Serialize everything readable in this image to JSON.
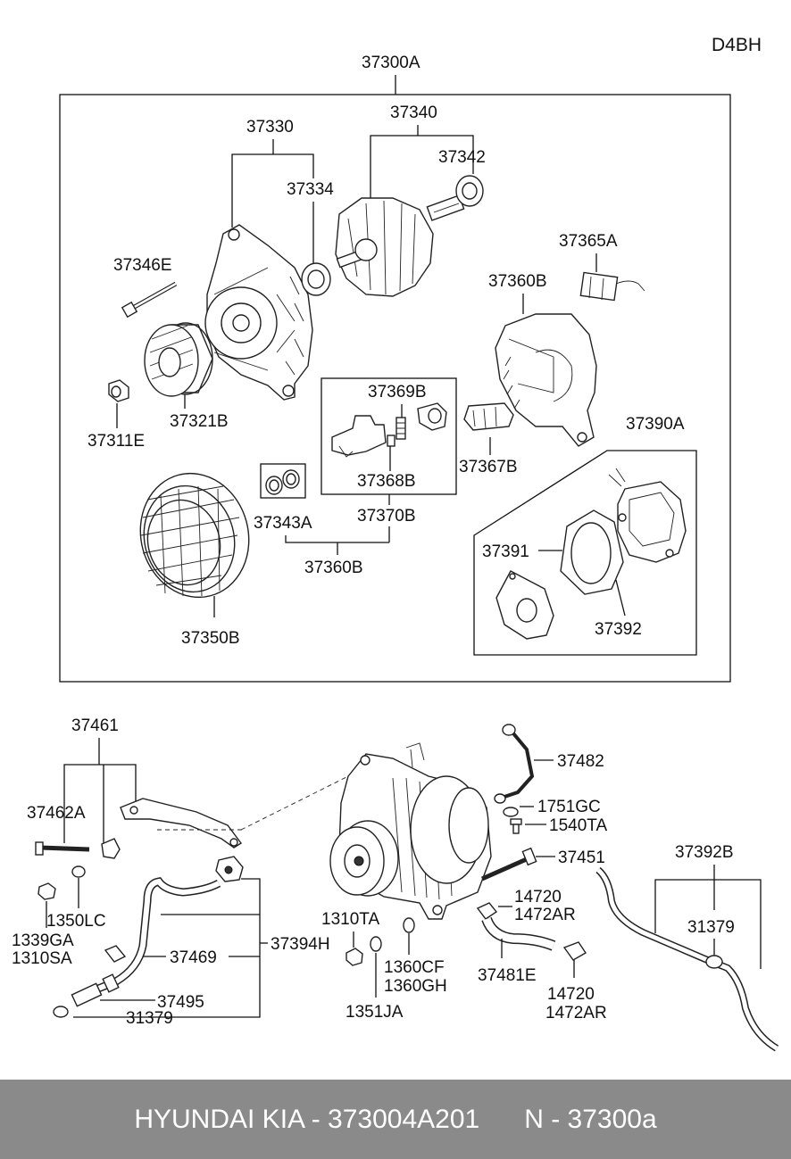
{
  "diagram": {
    "code": "D4BH",
    "labels": {
      "l37300A": "37300A",
      "l37330": "37330",
      "l37340": "37340",
      "l37342": "37342",
      "l37334": "37334",
      "l37346E": "37346E",
      "l37365A": "37365A",
      "l37360B_top": "37360B",
      "l37321B": "37321B",
      "l37311E": "37311E",
      "l37369B": "37369B",
      "l37367B": "37367B",
      "l37390A": "37390A",
      "l37368B": "37368B",
      "l37370B": "37370B",
      "l37343A": "37343A",
      "l37360B_bottom": "37360B",
      "l37391": "37391",
      "l37392": "37392",
      "l37350B": "37350B",
      "l37461": "37461",
      "l37462A": "37462A",
      "l1350LC": "1350LC",
      "l1339GA": "1339GA",
      "l1310SA": "1310SA",
      "l37469": "37469",
      "l37394H": "37394H",
      "l37495": "37495",
      "l31379_left": "31379",
      "l1310TA": "1310TA",
      "l1360CF": "1360CF",
      "l1360GH": "1360GH",
      "l1351JA": "1351JA",
      "l37482": "37482",
      "l1751GC": "1751GC",
      "l1540TA": "1540TA",
      "l37451": "37451",
      "l14720_a": "14720",
      "l1472AR_a": "1472AR",
      "l37481E": "37481E",
      "l14720_b": "14720",
      "l1472AR_b": "1472AR",
      "l37392B": "37392B",
      "l31379_right": "31379"
    }
  },
  "footer": {
    "text": "HYUNDAI KIA - 373004A201      N - 37300a"
  },
  "colors": {
    "footer_bg": "#8a8a8a",
    "footer_text": "#ffffff",
    "line": "#111111"
  }
}
